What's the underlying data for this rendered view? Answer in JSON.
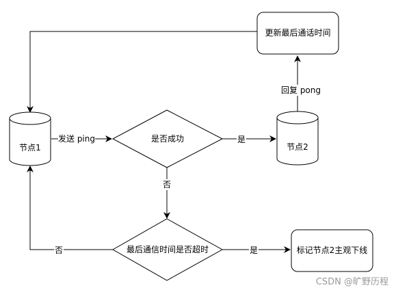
{
  "nodes": {
    "node1": "节点1",
    "node2": "节点2",
    "update_time": "更新最后通话时间",
    "is_success": "是否成功",
    "is_timeout": "最后通信时间是否超时",
    "mark_offline": "标记节点2主观下线"
  },
  "edges": {
    "send_ping": "发送 ping",
    "reply_pong": "回复 pong",
    "yes_success": "是",
    "no_success": "否",
    "yes_timeout": "是",
    "no_timeout": "否"
  },
  "watermark": "CSDN @旷野历程"
}
